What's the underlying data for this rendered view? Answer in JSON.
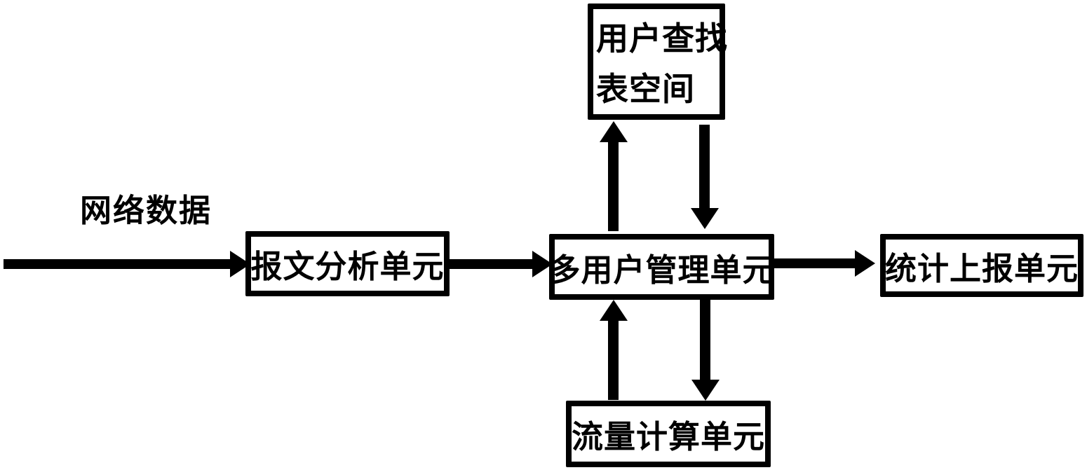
{
  "colors": {
    "ink": "#000000",
    "background": "#ffffff"
  },
  "diagram": {
    "input_label": "网络数据",
    "nodes": {
      "user_lookup_table": {
        "line1": "用户查找",
        "line2": "表空间"
      },
      "packet_analysis": {
        "label": "报文分析单元"
      },
      "multi_user_management": {
        "label": "多用户管理单元"
      },
      "stats_reporting": {
        "label": "统计上报单元"
      },
      "traffic_calculation": {
        "label": "流量计算单元"
      }
    },
    "arrows": [
      {
        "name": "network-data-to-packet-analysis",
        "direction": "right"
      },
      {
        "name": "packet-analysis-to-multi-user-management",
        "direction": "right"
      },
      {
        "name": "multi-user-management-to-stats-reporting",
        "direction": "right"
      },
      {
        "name": "multi-user-management-to-user-lookup-table",
        "direction": "up"
      },
      {
        "name": "user-lookup-table-to-multi-user-management",
        "direction": "down"
      },
      {
        "name": "traffic-calculation-to-multi-user-management",
        "direction": "up"
      },
      {
        "name": "multi-user-management-to-traffic-calculation",
        "direction": "down"
      }
    ]
  }
}
